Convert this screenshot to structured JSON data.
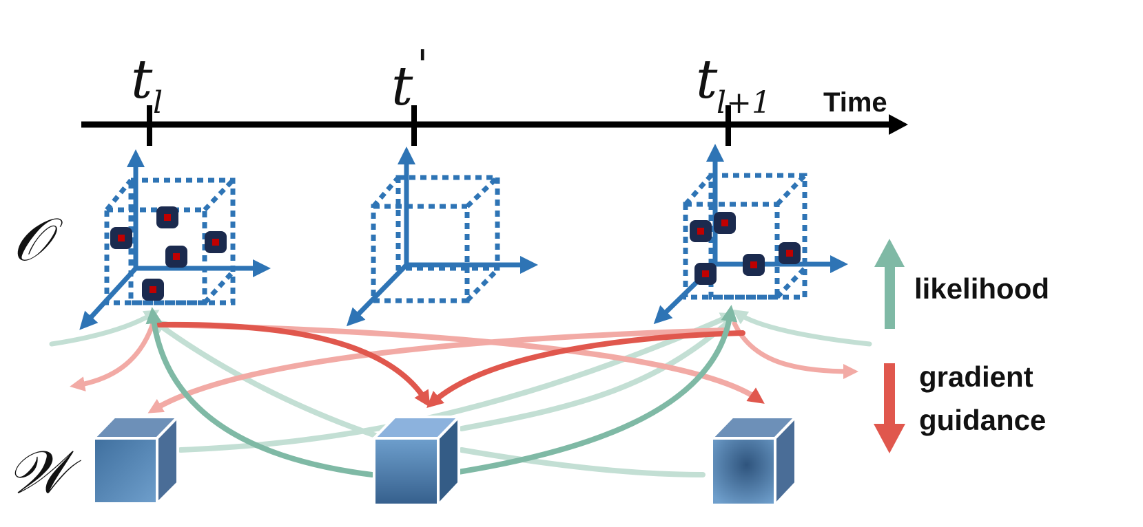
{
  "timeline": {
    "axis_label": "Time",
    "ticks": [
      {
        "main": "t",
        "sub": "l"
      },
      {
        "main": "t",
        "sub": "'"
      },
      {
        "main": "t",
        "sub": "l+1"
      }
    ]
  },
  "rows": {
    "observation": "𝒪",
    "weights": "𝒲"
  },
  "legend": {
    "likelihood": "likelihood",
    "gradient_line1": "gradient",
    "gradient_line2": "guidance"
  },
  "colors": {
    "axis": "#2e74b5",
    "cube_outline": "#2e74b5",
    "point_fill": "#1b2a4e",
    "point_center": "#c00000",
    "likelihood": "#7fb9a5",
    "gradient": "#e0574d",
    "timeline": "#000000"
  }
}
